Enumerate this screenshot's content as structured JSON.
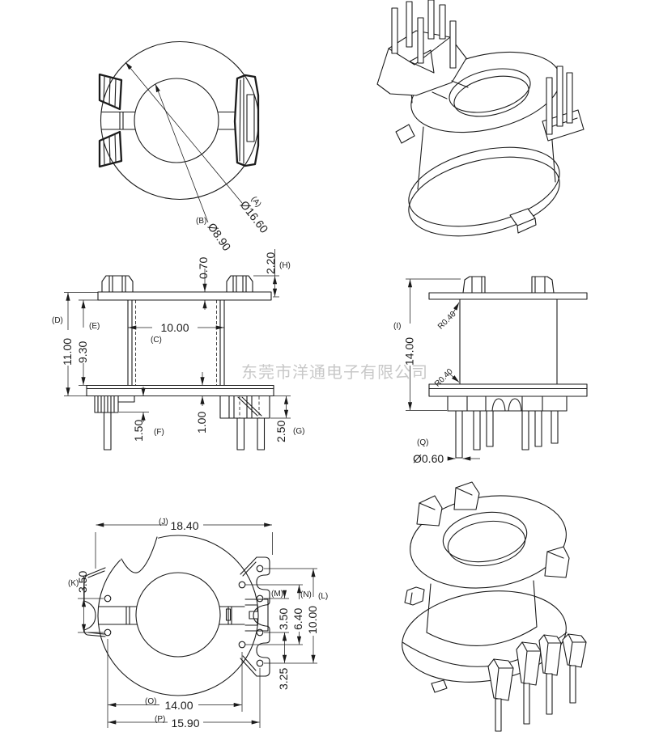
{
  "watermark": "东莞市洋通电子有限公司",
  "views": {
    "top_view": {
      "dim_a_label": "(A)",
      "dim_a_value": "Ø16.60",
      "dim_b_label": "(B)",
      "dim_b_value": "Ø8.90"
    },
    "front_view": {
      "dim_c_label": "(C)",
      "dim_c_value": "10.00",
      "dim_d_label": "(D)",
      "dim_d_value": "11.00",
      "dim_e_label": "(E)",
      "dim_e_value": "9.30",
      "dim_f_label": "(F)",
      "dim_f_value": "1.50",
      "dim_g_label": "(G)",
      "dim_g_value": "2.50",
      "dim_h_label": "(H)",
      "dim_h_value": "2.20",
      "dim_top_flange_thickness": "0.70",
      "dim_bottom_flange_thickness": "1.00"
    },
    "side_view": {
      "dim_i_label": "(I)",
      "dim_i_value": "14.00",
      "radius_top": "R0.40",
      "radius_bottom": "R0.40",
      "dim_q_label": "(Q)",
      "dim_q_value": "Ø0.60"
    },
    "bottom_view": {
      "dim_j_label": "(J)",
      "dim_j_value": "18.40",
      "dim_k_label": "(K)",
      "dim_k_value": "3.50",
      "dim_m_label": "(M)",
      "dim_m_value": "3.50",
      "dim_n_label": "(N)",
      "dim_n_value": "6.40",
      "dim_l_label": "(L)",
      "dim_l_value": "10.00",
      "dim_o_label": "(O)",
      "dim_o_value": "14.00",
      "dim_p_label": "(P)",
      "dim_p_value": "15.90",
      "dim_pin_offset": "3.25"
    }
  },
  "colors": {
    "line": "#1b1b1b",
    "watermark": "#c8c8c8",
    "background": "#ffffff"
  }
}
